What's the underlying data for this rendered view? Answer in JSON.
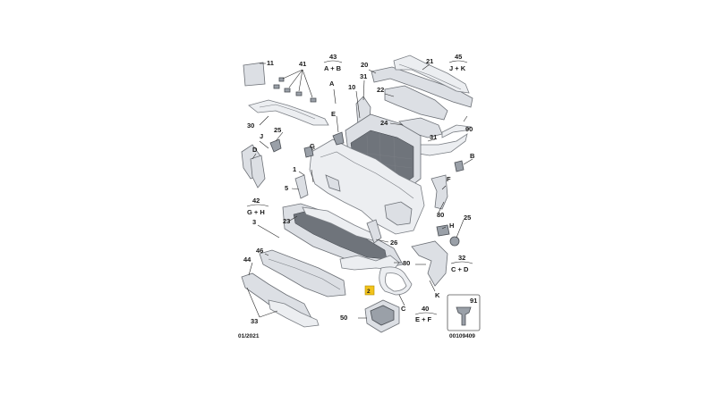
{
  "date_code": "01/2021",
  "reference": "00109409",
  "labels": {
    "l11": "11",
    "l41": "41",
    "l43": "43",
    "l43s": "A + B",
    "l20": "20",
    "l21": "21",
    "l45": "45",
    "l45s": "J + K",
    "lA": "A",
    "l31a": "31",
    "l22": "22",
    "l10": "10",
    "l30": "30",
    "lE": "E",
    "l24": "24",
    "l90": "90",
    "lJ": "J",
    "l25a": "25",
    "lG": "G",
    "l31b": "31",
    "lD": "D",
    "l1": "1",
    "lB": "B",
    "lF": "F",
    "l5": "5",
    "l42": "42",
    "l42s": "G + H",
    "l80a": "80",
    "l23": "23",
    "l3": "3",
    "lH": "H",
    "l25b": "25",
    "l26": "26",
    "l46": "46",
    "l44": "44",
    "l80b": "80",
    "l32": "32",
    "l32s": "C + D",
    "l2": "2",
    "lK": "K",
    "l91": "91",
    "lC": "C",
    "l40": "40",
    "l40s": "E + F",
    "l33": "33",
    "l50": "50"
  }
}
